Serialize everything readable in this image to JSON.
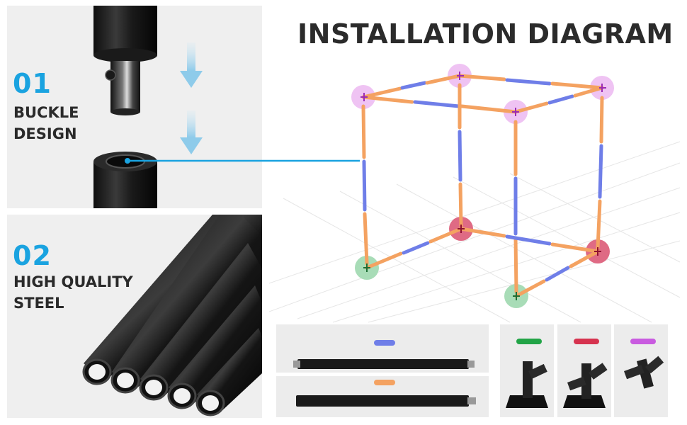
{
  "title": "INSTALLATION DIAGRAM",
  "features": [
    {
      "number": "01",
      "label_line1": "BUCKLE",
      "label_line2": "DESIGN"
    },
    {
      "number": "02",
      "label_line1": "HIGH QUALITY",
      "label_line2": "STEEL"
    }
  ],
  "colors": {
    "accent": "#1aa3e0",
    "rod_blue": "#6f7ee8",
    "rod_orange": "#f4a261",
    "connector_green": "#22a447",
    "connector_red": "#d6334f",
    "connector_purple": "#c95be0"
  },
  "parts": {
    "rods": [
      "blue-rod",
      "orange-rod"
    ],
    "connectors": [
      "green-connector",
      "red-connector",
      "purple-connector"
    ]
  }
}
